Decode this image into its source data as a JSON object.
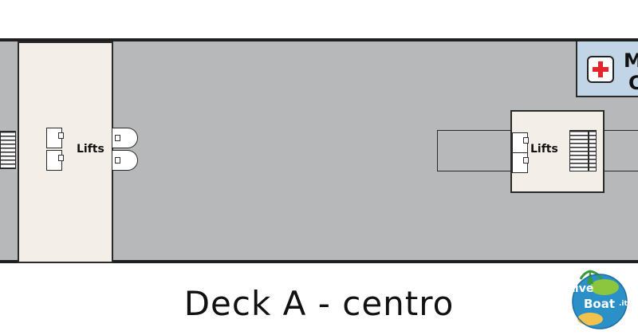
{
  "deck_title": "Deck A - centro",
  "left_lobby": {
    "label": "Lifts"
  },
  "right_lobby": {
    "label": "Lifts"
  },
  "medical": {
    "line1": "M",
    "line2": "C",
    "icon": "red-cross-icon"
  },
  "logo": {
    "text_live": "Live",
    "text_boat": "Boat",
    "text_suffix": ".it"
  },
  "colors": {
    "hull": "#b7b8ba",
    "lobby": "#f3efe8",
    "medical": "#c2d5e6",
    "cross": "#e4262c",
    "logo_blue": "#2b8fc8"
  }
}
